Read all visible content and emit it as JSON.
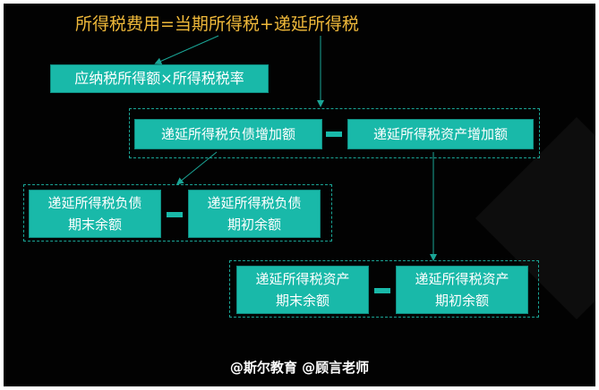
{
  "title": "所得税费用=当期所得税+递延所得税",
  "boxes": {
    "current_tax": "应纳税所得额×所得税税率",
    "dtl_increase": "递延所得税负债增加额",
    "dta_increase": "递延所得税资产增加额",
    "dtl_end": "递延所得税负债\n期末余额",
    "dtl_begin": "递延所得税负债\n期初余额",
    "dta_end": "递延所得税资产\n期末余额",
    "dta_begin": "递延所得税资产\n期初余额"
  },
  "watermark": "@斯尔教育 @顾言老师",
  "colors": {
    "box": "#19b9a9",
    "title": "#f0b93a",
    "background": "#020202"
  }
}
